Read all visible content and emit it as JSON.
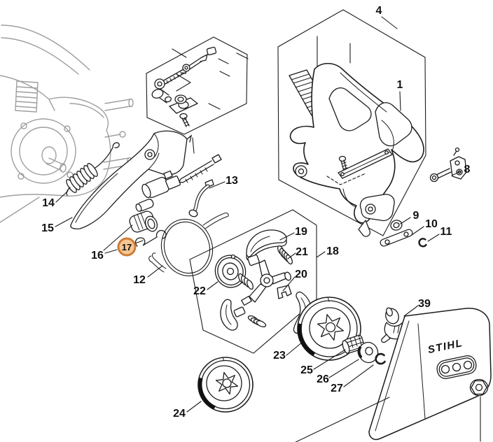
{
  "brand": {
    "logo": "STIHL"
  },
  "highlight": {
    "selected_callout": "c17",
    "ring_color": "#cd7c35",
    "fill_color": "#f6c693"
  },
  "callouts": {
    "c1": "1",
    "c4": "4",
    "c8": "8",
    "c9": "9",
    "c10": "10",
    "c11": "11",
    "c12": "12",
    "c13": "13",
    "c14": "14",
    "c15": "15",
    "c16": "16",
    "c17": "17",
    "c18": "18",
    "c19": "19",
    "c20": "20",
    "c21": "21",
    "c22": "22",
    "c23": "23",
    "c24": "24",
    "c25": "25",
    "c26": "26",
    "c27": "27",
    "c39": "39"
  }
}
